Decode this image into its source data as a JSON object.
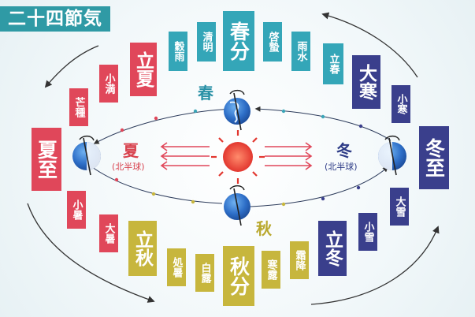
{
  "title": "二十四節気",
  "terms": {
    "shunbun": "春分",
    "seimei": "清明",
    "kokuu": "穀雨",
    "rikka": "立夏",
    "shoman": "小満",
    "boshu": "芒種",
    "geshi": "夏至",
    "shosho": "小暑",
    "taisho": "大暑",
    "risshu": "立秋",
    "shosho2": "処暑",
    "hakuro": "白露",
    "shubun": "秋分",
    "kanro": "寒露",
    "soko": "霜降",
    "ritto": "立冬",
    "shosetsu": "小雪",
    "taisetsu": "大雪",
    "toji": "冬至",
    "shokan": "小寒",
    "daikan": "大寒",
    "risshun": "立春",
    "usui": "雨水",
    "keichitsu": "啓蟄"
  },
  "labels": {
    "spring": "春",
    "summer": "夏",
    "autumn": "秋",
    "winter": "冬",
    "northern_hemisphere": "(北半球)"
  },
  "colors": {
    "spring": "#34a6b8",
    "summer": "#e0475a",
    "autumn": "#c7b63d",
    "winter": "#3a3f8c",
    "summer_text": "#d8434f",
    "winter_text": "#2c3a86",
    "autumn_text": "#b9a82d",
    "spring_text": "#2a91a6"
  },
  "icons": {
    "sun": "sun-icon",
    "earth": "earth-icon"
  }
}
